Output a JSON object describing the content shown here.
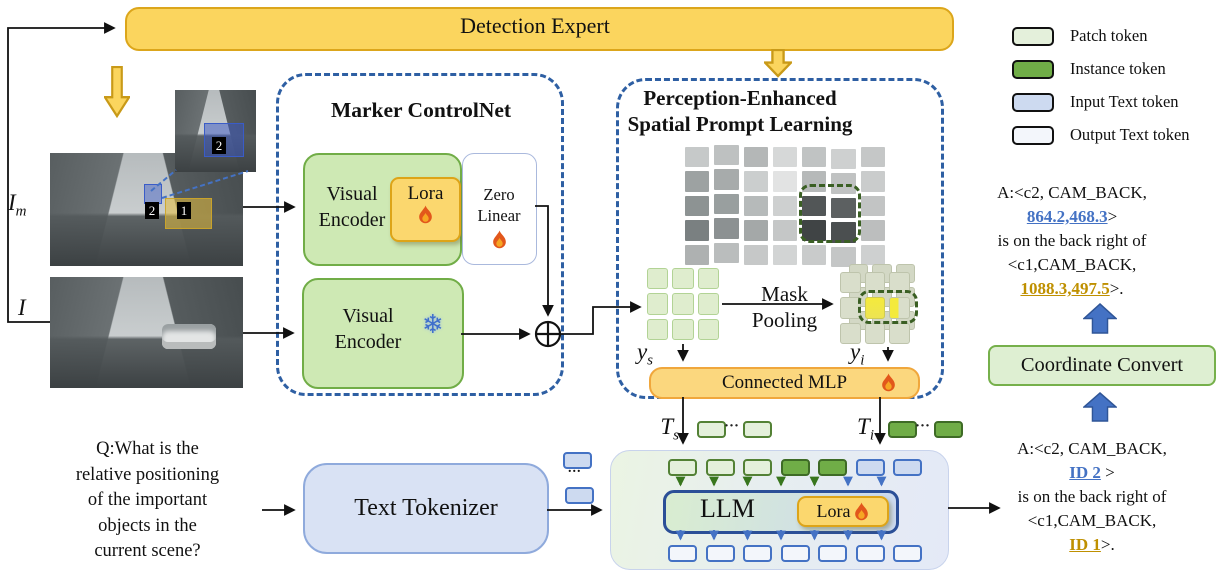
{
  "colors": {
    "accent_yellow": "#FBD55E",
    "yellow_border": "#DCA61B",
    "green_fill": "#CEE9B4",
    "green_border": "#71AD47",
    "dash_blue": "#2E5FA3",
    "token_blue": "#4472C4",
    "gold_text": "#BF9000",
    "flame_orange": "#E2571B",
    "instance_green": "#70AD47"
  },
  "detection_expert": {
    "label": "Detection Expert"
  },
  "legend": {
    "items": [
      {
        "type": "patch",
        "label": "Patch token"
      },
      {
        "type": "instance",
        "label": "Instance token"
      },
      {
        "type": "input",
        "label": "Input Text token"
      },
      {
        "type": "output",
        "label": "Output Text token"
      }
    ]
  },
  "images": {
    "im_label": "I",
    "im_sub": "m",
    "i_label": "I",
    "marker1": "1",
    "marker2": "2",
    "inset_marker": "2"
  },
  "marker_controlnet": {
    "title": "Marker ControlNet",
    "visual_encoder_top": "Visual Encoder",
    "lora": "Lora",
    "zero_linear": "Zero Linear",
    "visual_encoder_bottom": "Visual Encoder"
  },
  "perception": {
    "title_line1": "Perception-Enhanced",
    "title_line2": "Spatial Prompt Learning",
    "mask_line1": "Mask",
    "mask_line2": "Pooling",
    "ys_base": "y",
    "ys_sub": "s",
    "yi_base": "y",
    "yi_sub": "i",
    "connected_mlp": "Connected MLP",
    "patch_shades": [
      "#c6c9c9",
      "#bec1c1",
      "#b4b7b7",
      "#d6d8d8",
      "#c0c3c3",
      "#ced0d0",
      "#c5c7c7",
      "#9da2a2",
      "#a7abab",
      "#cbcece",
      "#e2e3e3",
      "#b6b9b9",
      "#c0c2c2",
      "#cacccc",
      "#8d9393",
      "#999f9f",
      "#b6baba",
      "#ced0d0",
      "#525657",
      "#5c6061",
      "#c2c4c4",
      "#7a8081",
      "#8c9192",
      "#a4a8a8",
      "#c5c7c7",
      "#404445",
      "#4b4f50",
      "#bcbebe",
      "#aeb1b1",
      "#babdbd",
      "#c6c8c8",
      "#d2d4d4",
      "#c9cbcb",
      "#c4c6c6",
      "#ced0d0"
    ],
    "yi_front_cells": [
      "plain",
      "plain",
      "plain",
      "plain",
      "yellow",
      "half",
      "plain",
      "plain",
      "plain"
    ]
  },
  "token_streams": {
    "ts_base": "T",
    "ts_sub": "s",
    "ti_base": "T",
    "ti_sub": "i",
    "ts_dots": "···",
    "ti_dots": "···",
    "tokenizer_dots": "..."
  },
  "llm": {
    "label": "LLM",
    "lora": "Lora",
    "top_tokens": [
      "patch",
      "patch",
      "patch",
      "instance",
      "instance",
      "input",
      "input"
    ],
    "bottom_tokens": [
      "output",
      "output",
      "output",
      "output",
      "output",
      "output",
      "output"
    ]
  },
  "question": {
    "lines": [
      "Q:What is the",
      "relative positioning",
      "of the important",
      "objects in the",
      "current scene?"
    ]
  },
  "text_tokenizer": {
    "label": "Text Tokenizer"
  },
  "coordinate_convert": {
    "label": "Coordinate Convert"
  },
  "answer_coordinates": {
    "line1": "A:<c2, CAM_BACK,",
    "value1": "864.2,468.3",
    "value1_suffix": ">",
    "line3": "is on the back right of",
    "line4": "<c1,CAM_BACK,",
    "value2": "1088.3,497.5",
    "value2_suffix": ">."
  },
  "answer_ids": {
    "line1": "A:<c2, CAM_BACK,",
    "value1": "ID 2",
    "value1_suffix": " >",
    "line3": "is on the back right of",
    "line4": "<c1,CAM_BACK,",
    "value2": "ID 1",
    "value2_suffix": ">."
  }
}
